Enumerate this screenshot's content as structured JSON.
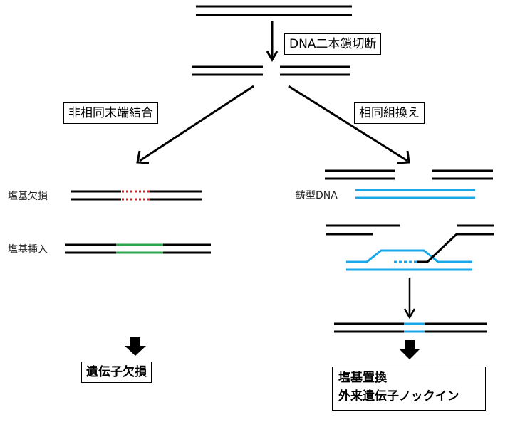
{
  "labels": {
    "dsb": "DNA二本鎖切断",
    "nhej": "非相同末端結合",
    "hr": "相同組換え",
    "deletion": "塩基欠損",
    "insertion": "塩基挿入",
    "template": "鋳型DNA",
    "nhej_outcome": "遺伝子欠損",
    "hr_outcome_line1": "塩基置換",
    "hr_outcome_line2": "外来遺伝子ノックイン"
  },
  "colors": {
    "dna": "#000000",
    "deletion": "#e8141e",
    "insertion": "#2ea44f",
    "template": "#1aa7e8"
  }
}
